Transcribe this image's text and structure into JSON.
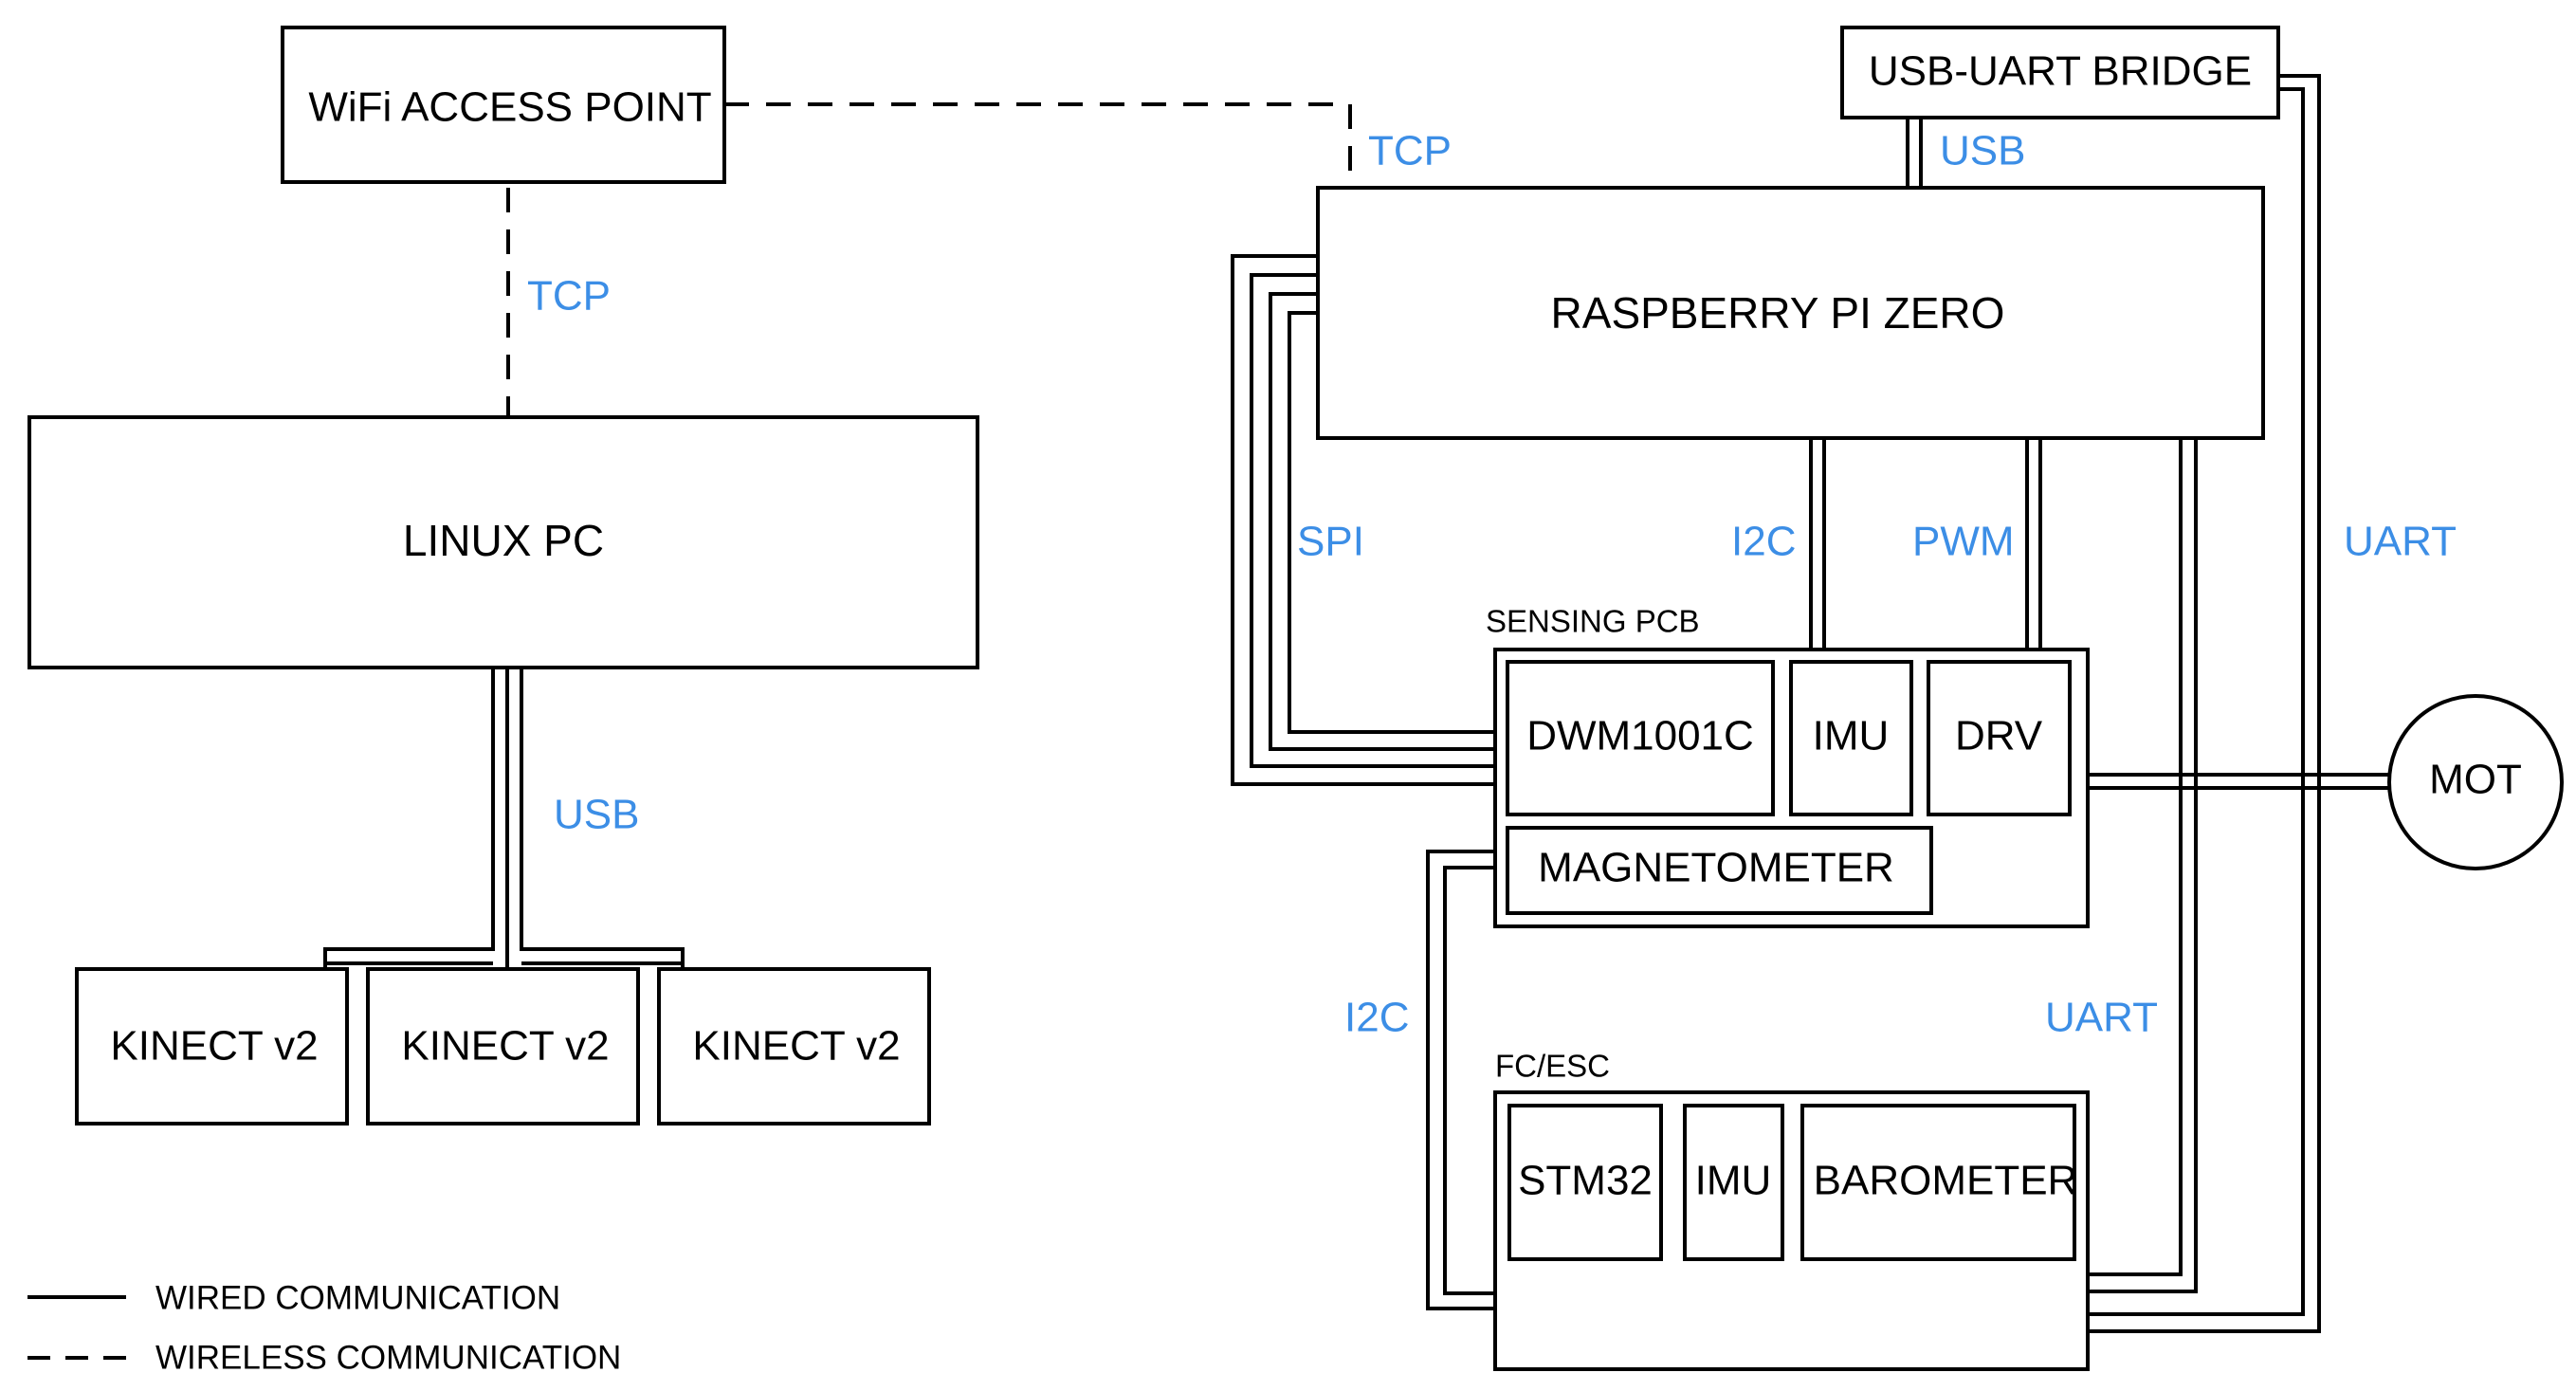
{
  "nodes": {
    "wifi_ap": "WiFi ACCESS POINT",
    "linux_pc": "LINUX PC",
    "kinect_1": "KINECT v2",
    "kinect_2": "KINECT v2",
    "kinect_3": "KINECT v2",
    "usb_uart_bridge": "USB-UART BRIDGE",
    "raspberry_pi": "RASPBERRY PI ZERO",
    "sensing_pcb": "SENSING PCB",
    "dwm1001c": "DWM1001C",
    "sensing_imu": "IMU",
    "drv": "DRV",
    "magnetometer": "MAGNETOMETER",
    "mot": "MOT",
    "fc_esc": "FC/ESC",
    "stm32": "STM32",
    "fc_imu": "IMU",
    "barometer": "BAROMETER"
  },
  "links": {
    "ap_to_pc": "TCP",
    "ap_to_pi": "TCP",
    "pc_to_kinect": "USB",
    "bridge_to_pi": "USB",
    "pi_spi": "SPI",
    "pi_i2c": "I2C",
    "pi_pwm": "PWM",
    "bridge_uart": "UART",
    "magnetometer_i2c": "I2C",
    "pi_uart_fc": "UART"
  },
  "legend": {
    "wired": "WIRED COMMUNICATION",
    "wireless": "WIRELESS COMMUNICATION"
  },
  "colors": {
    "protocol_label": "#3c8ee6",
    "lines": "#000000"
  }
}
